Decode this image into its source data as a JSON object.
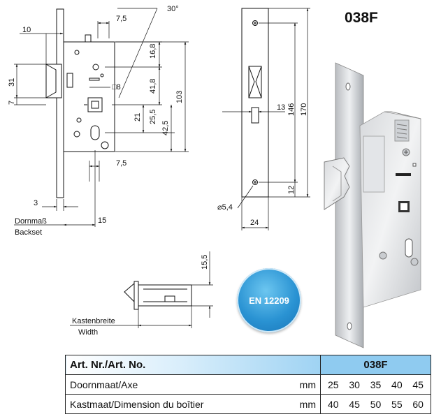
{
  "product": {
    "model": "038F",
    "badge": "EN 12209"
  },
  "drawing_labels": {
    "dim_7_5_top": "7,5",
    "angle": "30°",
    "dim_10": "10",
    "dim_16_8": "16,8",
    "dim_31": "31",
    "dim_7": "7",
    "square_8": "□8",
    "dim_41_8": "41,8",
    "dim_103": "103",
    "dim_21": "21",
    "dim_25_5": "25,5",
    "dim_42_5": "42,5",
    "dim_7_5_bottom": "7,5",
    "dim_3": "3",
    "dim_15": "15",
    "backset_de": "Dornmaß",
    "backset_en": "Backset",
    "dim_13": "13",
    "dim_146": "146",
    "dim_170": "170",
    "dim_12": "12",
    "dim_d5_4": "⌀5,4",
    "dim_24": "24",
    "dim_15_5": "15,5",
    "width_de": "Kastenbreite",
    "width_en": "Width"
  },
  "table": {
    "header_label": "Art. Nr./Art. No.",
    "header_model": "038F",
    "rows": [
      {
        "label": "Doornmaat/Axe",
        "unit": "mm",
        "values": [
          "25",
          "30",
          "35",
          "40",
          "45"
        ]
      },
      {
        "label": "Kastmaat/Dimension du boîtier",
        "unit": "mm",
        "values": [
          "40",
          "45",
          "50",
          "55",
          "60"
        ]
      }
    ]
  }
}
